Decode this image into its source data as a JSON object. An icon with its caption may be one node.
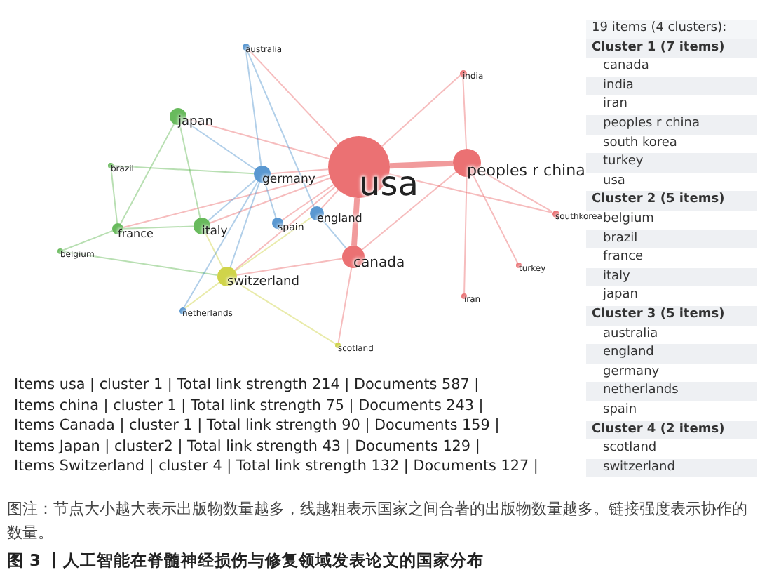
{
  "diagram": {
    "caption": "图 3 丨人工智能在脊髓神经损伤与修复领域发表论文的国家分布",
    "nodes": [
      {
        "text": [
          "australia"
        ]
      },
      {
        "text": [
          "india"
        ]
      },
      {
        "text": [
          "japan"
        ]
      },
      {
        "text": [
          "peoples r china"
        ]
      },
      {
        "text": [
          "brazil"
        ]
      },
      {
        "text": [
          "usa"
        ]
      },
      {
        "text": [
          "germany"
        ]
      },
      {
        "text": [
          "england"
        ]
      },
      {
        "text": [
          "southkorea"
        ]
      },
      {
        "text": [
          "spain"
        ]
      },
      {
        "text": [
          "italy"
        ]
      },
      {
        "text": [
          "france"
        ]
      },
      {
        "text": [
          "belgium"
        ]
      },
      {
        "text": [
          "canada"
        ]
      },
      {
        "text": [
          "turkey"
        ]
      },
      {
        "text": [
          "switzerland"
        ]
      },
      {
        "text": [
          "iran"
        ]
      },
      {
        "text": [
          "netherlands"
        ]
      },
      {
        "text": [
          "scotland"
        ]
      }
    ],
    "edges": [
      {
        "from": 5,
        "to": 3,
        "arrow": "none",
        "style": "thick"
      },
      {
        "from": 5,
        "to": 13,
        "arrow": "none",
        "style": "thick"
      },
      {
        "from": 5,
        "to": 7,
        "arrow": "none"
      },
      {
        "from": 5,
        "to": 6,
        "arrow": "none"
      },
      {
        "from": 5,
        "to": 15,
        "arrow": "none"
      },
      {
        "from": 5,
        "to": 2,
        "arrow": "none"
      },
      {
        "from": 5,
        "to": 10,
        "arrow": "none"
      },
      {
        "from": 5,
        "to": 1,
        "arrow": "none"
      },
      {
        "from": 5,
        "to": 8,
        "arrow": "none"
      },
      {
        "from": 5,
        "to": 0,
        "arrow": "none"
      },
      {
        "from": 5,
        "to": 9,
        "arrow": "none"
      },
      {
        "from": 5,
        "to": 11,
        "arrow": "none"
      },
      {
        "from": 3,
        "to": 1,
        "arrow": "none"
      },
      {
        "from": 3,
        "to": 13,
        "arrow": "none"
      },
      {
        "from": 3,
        "to": 8,
        "arrow": "none"
      },
      {
        "from": 3,
        "to": 14,
        "arrow": "none"
      },
      {
        "from": 3,
        "to": 16,
        "arrow": "none"
      },
      {
        "from": 13,
        "to": 15,
        "arrow": "none"
      },
      {
        "from": 13,
        "to": 18,
        "arrow": "none"
      },
      {
        "from": 6,
        "to": 15,
        "arrow": "none",
        "color": "#3d86c9"
      },
      {
        "from": 6,
        "to": 9,
        "arrow": "none",
        "color": "#3d86c9"
      },
      {
        "from": 6,
        "to": 10,
        "arrow": "none",
        "color": "#3d86c9"
      },
      {
        "from": 6,
        "to": 2,
        "arrow": "none",
        "color": "#3d86c9"
      },
      {
        "from": 6,
        "to": 0,
        "arrow": "none",
        "color": "#3d86c9"
      },
      {
        "from": 15,
        "to": 10,
        "arrow": "none",
        "color": "#c8cc2a"
      },
      {
        "from": 15,
        "to": 17,
        "arrow": "none",
        "color": "#c8cc2a"
      },
      {
        "from": 15,
        "to": 7,
        "arrow": "none",
        "color": "#c8cc2a"
      },
      {
        "from": 15,
        "to": 18,
        "arrow": "none",
        "color": "#c8cc2a"
      },
      {
        "from": 10,
        "to": 11,
        "arrow": "none",
        "color": "#4dae3f"
      },
      {
        "from": 2,
        "to": 11,
        "arrow": "none",
        "color": "#4dae3f"
      },
      {
        "from": 2,
        "to": 10,
        "arrow": "none",
        "color": "#4dae3f"
      },
      {
        "from": 11,
        "to": 12,
        "arrow": "none",
        "color": "#4dae3f"
      },
      {
        "from": 11,
        "to": 4,
        "arrow": "none",
        "color": "#4dae3f"
      },
      {
        "from": 4,
        "to": 6,
        "arrow": "none",
        "color": "#4dae3f"
      },
      {
        "from": 12,
        "to": 15,
        "arrow": "none",
        "color": "#4dae3f"
      },
      {
        "from": 17,
        "to": 6,
        "arrow": "none",
        "color": "#3d86c9"
      },
      {
        "from": 0,
        "to": 7,
        "arrow": "none",
        "color": "#3d86c9"
      },
      {
        "from": 7,
        "to": 13,
        "arrow": "none",
        "color": "#3d86c9"
      }
    ],
    "labels": [
      "19 items (4 clusters):",
      "Cluster 1 (7 items)",
      "canada",
      "india",
      "iran",
      "peoples r china",
      "south korea",
      "turkey",
      "usa",
      "Cluster 2 (5 items)",
      "belgium",
      "brazil",
      "france",
      "italy",
      "japan",
      "Cluster 3 (5 items)",
      "australia",
      "england",
      "germany",
      "netherlands",
      "spain",
      "Cluster 4 (2 items)",
      "scotland",
      "switzerland",
      "Items usa | cluster 1 | Total link strength 214 | Documents 587 |",
      "Items china | cluster 1 | Total link strength 75 | Documents 243 |",
      "Items Canada | cluster 1 | Total link strength 90 | Documents 159 |",
      "Items Japan | cluster2 | Total link strength 43 | Documents 129 |",
      "Items Switzerland | cluster 4 | Total link strength 132 | Documents 127 |",
      "图注：节点大小越大表示出版物数量越多，线越粗表示国家之间合著的出版物数量越多。链接强度表示协作的数量。"
    ]
  }
}
